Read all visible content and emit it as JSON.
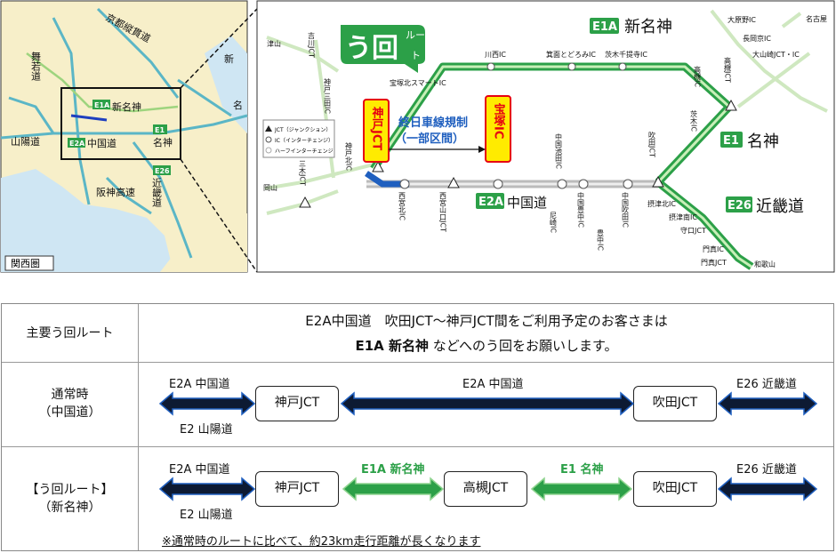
{
  "regional_map": {
    "roads": [
      "京都縦貫道",
      "舞若道",
      "新名神",
      "山陽道",
      "中国道",
      "名神",
      "阪神高速",
      "近畿道"
    ],
    "badges": {
      "e1a": "E1A",
      "e2a": "E2A",
      "e1": "E1",
      "e26": "E26"
    },
    "cutoff_labels": [
      "新",
      "名"
    ],
    "area_label": "関西圏"
  },
  "detail_map": {
    "detour_badge": {
      "main": "う回",
      "sub1": "ルー",
      "sub2": "ト"
    },
    "route_labels": {
      "e1a": {
        "code": "E1A",
        "name": "新名神"
      },
      "e1": {
        "code": "E1",
        "name": "名神"
      },
      "e2a": {
        "code": "E2A",
        "name": "中国道"
      },
      "e26": {
        "code": "E26",
        "name": "近畿道"
      }
    },
    "closure_note": {
      "line1": "終日車線規制",
      "line2": "（一部区間）"
    },
    "highlight_kobe": "神戸JCT",
    "highlight_takarazuka": "宝塚IC",
    "legend": {
      "jct": "JCT（ジャンクション）",
      "ic": "IC（インターチェンジ）",
      "half": "ハーフインターチェンジ"
    },
    "interchanges": {
      "tsu": "津山",
      "yoshikawa": "吉川JCT",
      "kobesanda": "神戸三田IC",
      "takarazukakita": "宝塚北スマートIC",
      "kawanishi": "川西IC",
      "minoh": "箕面とどろみIC",
      "ibaraki_senri": "茨木千提寺IC",
      "takatsuki": "高槻IC",
      "takatsuki_jct": "高槻JCT",
      "ibaraki": "茨木IC",
      "oharano": "大原野IC",
      "nagaokakyo": "長岡京IC",
      "oyamazaki": "大山崎JCT・IC",
      "nagoya": "名古屋",
      "kobekita": "神戸北IC",
      "miki": "三木JCT",
      "okayama": "岡山",
      "nishinomiyakita": "西宮北IC",
      "nishinomiyayamaguchi": "西宮山口JCT",
      "ikeda": "中国池田IC",
      "amagasaki": "尼崎IC",
      "toyonaka": "中国豊中IC",
      "suita_ic": "中国吹田IC",
      "suita_jct": "吹田JCT",
      "settsu": "摂津北IC",
      "settsuminami": "摂津南IC",
      "moriguchi": "守口JCT",
      "kadoma_ic": "門真IC",
      "kadoma_jct": "門真JCT",
      "wakayama": "和歌山",
      "toyonaka_sub": "豊中IC"
    }
  },
  "table": {
    "row1": {
      "label": "主要う回ルート",
      "line1": "E2A中国道　吹田JCT～神戸JCT間をご利用予定のお客さまは",
      "line2_bold": "E1A 新名神",
      "line2_rest": "などへのう回をお願いします。"
    },
    "row2": {
      "label1": "通常時",
      "label2": "（中国道）",
      "left_top": "E2A 中国道",
      "left_bottom": "E2 山陽道",
      "kobe": "神戸JCT",
      "mid": "E2A 中国道",
      "suita": "吹田JCT",
      "right": "E26 近畿道"
    },
    "row3": {
      "label1": "【う回ルート】",
      "label2": "（新名神）",
      "left_top": "E2A 中国道",
      "left_bottom": "E2 山陽道",
      "kobe": "神戸JCT",
      "mid1": "E1A 新名神",
      "takatsuki": "高槻JCT",
      "mid2": "E1 名神",
      "suita": "吹田JCT",
      "right": "E26 近畿道",
      "note": "※通常時のルートに比べて、約23km走行距離が長くなります"
    }
  },
  "colors": {
    "green": "#2ca048",
    "blue": "#1f5fbf",
    "navy": "#0d1a33",
    "highlight_yellow": "#ffeb00",
    "highlight_red": "#e60012"
  }
}
